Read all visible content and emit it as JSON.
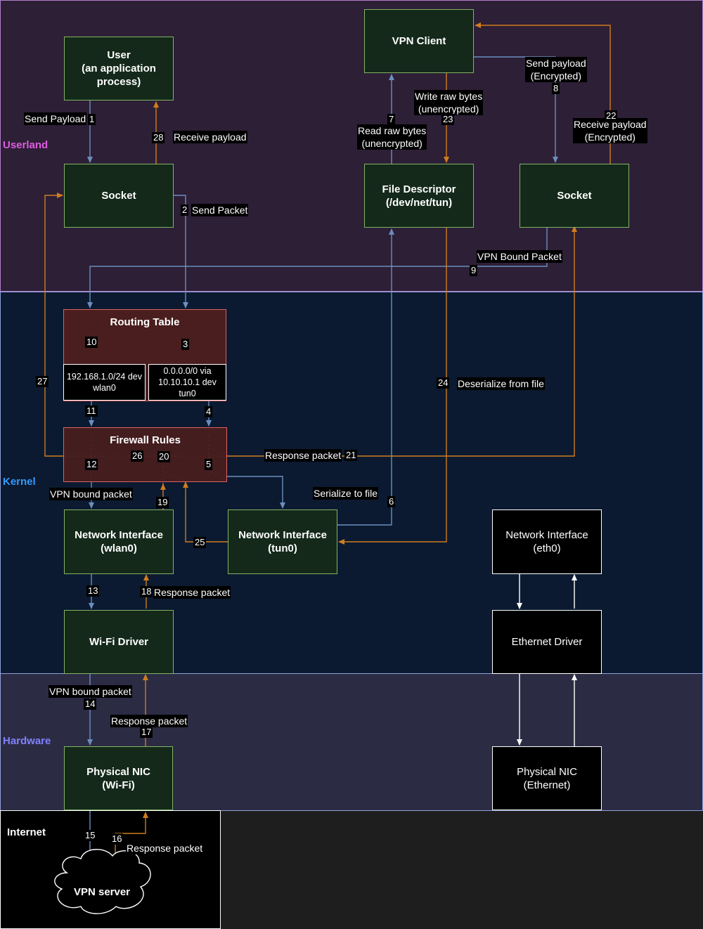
{
  "layers": {
    "userland": "Userland",
    "kernel": "Kernel",
    "hardware": "Hardware",
    "internet": "Internet"
  },
  "nodes": {
    "user": "User\n(an application\nprocess)",
    "socket_app": "Socket",
    "vpn_client": "VPN Client",
    "file_descriptor": "File Descriptor\n(/dev/net/tun)",
    "socket_vpn": "Socket",
    "routing_table": "Routing Table",
    "route_wlan": "192.168.1.0/24 dev\nwlan0",
    "route_tun": "0.0.0.0/0 via\n10.10.10.1 dev\ntun0",
    "firewall": "Firewall Rules",
    "nic_wlan": "Network Interface\n(wlan0)",
    "nic_tun": "Network Interface\n(tun0)",
    "nic_eth": "Network Interface\n(eth0)",
    "wifi_driver": "Wi-Fi Driver",
    "eth_driver": "Ethernet Driver",
    "phys_wifi": "Physical NIC\n(Wi-Fi)",
    "phys_eth": "Physical NIC\n(Ethernet)",
    "vpn_server": "VPN server"
  },
  "labels": {
    "send_payload": "Send Payload",
    "receive_payload": "Receive payload",
    "send_packet": "Send Packet",
    "send_payload_enc": "Send payload\n(Encrypted)",
    "write_raw": "Write raw bytes\n(unencrypted)",
    "read_raw": "Read raw bytes\n(unencrypted)",
    "receive_payload_enc": "Receive payload\n(Encrypted)",
    "vpn_bound_packet": "VPN Bound Packet",
    "deserialize": "Deserialize from file",
    "response_packet_21": "Response packet",
    "vpn_bound_12": "VPN bound packet",
    "serialize": "Serialize to file",
    "response_18": "Response packet",
    "vpn_bound_14": "VPN bound packet",
    "response_17": "Response packet",
    "response_16": "Response packet"
  },
  "steps": [
    "1",
    "2",
    "3",
    "4",
    "5",
    "6",
    "7",
    "8",
    "9",
    "10",
    "11",
    "12",
    "13",
    "14",
    "15",
    "16",
    "17",
    "18",
    "19",
    "20",
    "21",
    "22",
    "23",
    "24",
    "25",
    "26",
    "27",
    "28"
  ],
  "colors": {
    "userland_bg": "#2d1f36",
    "userland_border": "#b07fc8",
    "userland_text": "#e05ce0",
    "kernel_bg": "#0b1a30",
    "kernel_border": "#8fa0d8",
    "kernel_text": "#3399ff",
    "hardware_bg": "#2c2b44",
    "hardware_text": "#8080ff",
    "blue_arrow": "#6c8ebf",
    "orange_arrow": "#d07c1e"
  }
}
